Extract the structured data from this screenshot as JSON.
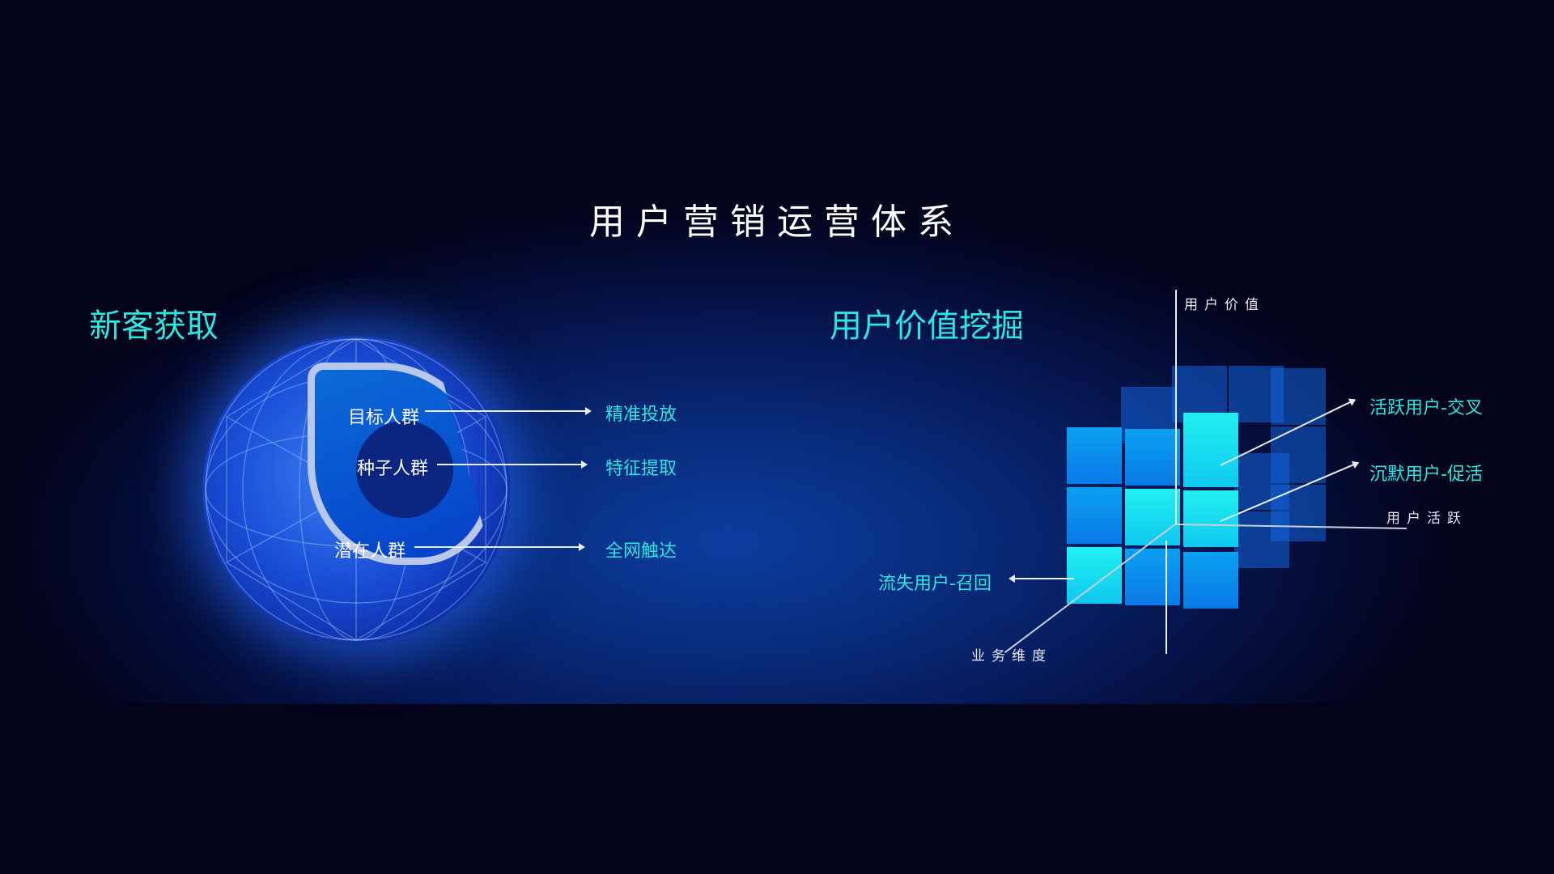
{
  "title": "用户营销运营体系",
  "left": {
    "heading": "新客获取",
    "layers": [
      {
        "name": "目标人群",
        "action": "精准投放"
      },
      {
        "name": "种子人群",
        "action": "特征提取"
      },
      {
        "name": "潜在人群",
        "action": "全网触达"
      }
    ]
  },
  "right": {
    "heading": "用户价值挖掘",
    "axes": {
      "y": "用户价值",
      "x": "用户活跃",
      "z": "业务维度"
    },
    "segments": {
      "active": "活跃用户-交叉",
      "silent": "沉默用户-促活",
      "lost": "流失用户-召回"
    }
  },
  "colors": {
    "accent": "#2ee6e0",
    "background": "#03031a"
  }
}
